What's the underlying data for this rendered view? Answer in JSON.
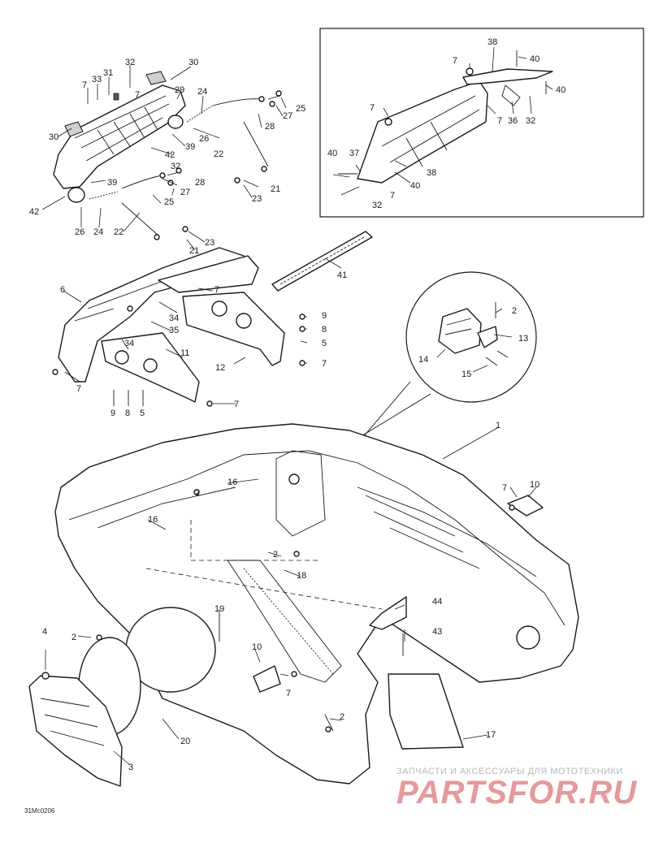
{
  "diagram": {
    "drawing_code": "31Mc0206",
    "watermark": {
      "tagline": "ЗАПЧАСТИ И АКСЕССУАРЫ ДЛЯ МОТОТЕХНИКИ",
      "brand": "PARTSFOR.RU"
    },
    "callouts": [
      {
        "id": "c-32-a",
        "text": "32"
      },
      {
        "id": "c-30-a",
        "text": "30"
      },
      {
        "id": "c-7-a",
        "text": "7"
      },
      {
        "id": "c-33",
        "text": "33"
      },
      {
        "id": "c-31",
        "text": "31"
      },
      {
        "id": "c-7-b",
        "text": "7"
      },
      {
        "id": "c-29",
        "text": "29"
      },
      {
        "id": "c-24-a",
        "text": "24"
      },
      {
        "id": "c-25-a",
        "text": "25"
      },
      {
        "id": "c-27-a",
        "text": "27"
      },
      {
        "id": "c-28-a",
        "text": "28"
      },
      {
        "id": "c-26-a",
        "text": "26"
      },
      {
        "id": "c-30-b",
        "text": "30"
      },
      {
        "id": "c-39-a",
        "text": "39"
      },
      {
        "id": "c-42-a",
        "text": "42"
      },
      {
        "id": "c-22-a",
        "text": "22"
      },
      {
        "id": "c-32-b",
        "text": "32"
      },
      {
        "id": "c-28-b",
        "text": "28"
      },
      {
        "id": "c-27-b",
        "text": "27"
      },
      {
        "id": "c-39-b",
        "text": "39"
      },
      {
        "id": "c-25-b",
        "text": "25"
      },
      {
        "id": "c-21-a",
        "text": "21"
      },
      {
        "id": "c-23-a",
        "text": "23"
      },
      {
        "id": "c-42-b",
        "text": "42"
      },
      {
        "id": "c-26-b",
        "text": "26"
      },
      {
        "id": "c-24-b",
        "text": "24"
      },
      {
        "id": "c-22-b",
        "text": "22"
      },
      {
        "id": "c-23-b",
        "text": "23"
      },
      {
        "id": "c-21-b",
        "text": "21"
      },
      {
        "id": "c-38-a",
        "text": "38"
      },
      {
        "id": "c-7-c",
        "text": "7"
      },
      {
        "id": "c-40-a",
        "text": "40"
      },
      {
        "id": "c-40-b",
        "text": "40"
      },
      {
        "id": "c-7-d",
        "text": "7"
      },
      {
        "id": "c-7-e",
        "text": "7"
      },
      {
        "id": "c-36",
        "text": "36"
      },
      {
        "id": "c-32-c",
        "text": "32"
      },
      {
        "id": "c-40-c",
        "text": "40"
      },
      {
        "id": "c-37",
        "text": "37"
      },
      {
        "id": "c-38-b",
        "text": "38"
      },
      {
        "id": "c-40-d",
        "text": "40"
      },
      {
        "id": "c-7-f",
        "text": "7"
      },
      {
        "id": "c-32-d",
        "text": "32"
      },
      {
        "id": "c-41",
        "text": "41"
      },
      {
        "id": "c-6",
        "text": "6"
      },
      {
        "id": "c-7-g",
        "text": "7"
      },
      {
        "id": "c-34-a",
        "text": "34"
      },
      {
        "id": "c-35",
        "text": "35"
      },
      {
        "id": "c-34-b",
        "text": "34"
      },
      {
        "id": "c-9-a",
        "text": "9"
      },
      {
        "id": "c-8-a",
        "text": "8"
      },
      {
        "id": "c-5-a",
        "text": "5"
      },
      {
        "id": "c-7-h",
        "text": "7"
      },
      {
        "id": "c-12",
        "text": "12"
      },
      {
        "id": "c-11",
        "text": "11"
      },
      {
        "id": "c-7-i",
        "text": "7"
      },
      {
        "id": "c-9-b",
        "text": "9"
      },
      {
        "id": "c-8-b",
        "text": "8"
      },
      {
        "id": "c-5-b",
        "text": "5"
      },
      {
        "id": "c-7-j",
        "text": "7"
      },
      {
        "id": "c-2-a",
        "text": "2"
      },
      {
        "id": "c-13",
        "text": "13"
      },
      {
        "id": "c-14",
        "text": "14"
      },
      {
        "id": "c-15",
        "text": "15"
      },
      {
        "id": "c-1",
        "text": "1"
      },
      {
        "id": "c-16-a",
        "text": "16"
      },
      {
        "id": "c-2-b",
        "text": "2"
      },
      {
        "id": "c-7-k",
        "text": "7"
      },
      {
        "id": "c-10-a",
        "text": "10"
      },
      {
        "id": "c-16-b",
        "text": "16"
      },
      {
        "id": "c-2-c",
        "text": "2"
      },
      {
        "id": "c-18",
        "text": "18"
      },
      {
        "id": "c-44",
        "text": "44"
      },
      {
        "id": "c-43",
        "text": "43"
      },
      {
        "id": "c-4",
        "text": "4"
      },
      {
        "id": "c-2-d",
        "text": "2"
      },
      {
        "id": "c-19",
        "text": "19"
      },
      {
        "id": "c-10-b",
        "text": "10"
      },
      {
        "id": "c-7-l",
        "text": "7"
      },
      {
        "id": "c-2-e",
        "text": "2"
      },
      {
        "id": "c-20",
        "text": "20"
      },
      {
        "id": "c-17",
        "text": "17"
      },
      {
        "id": "c-3",
        "text": "3"
      }
    ]
  }
}
